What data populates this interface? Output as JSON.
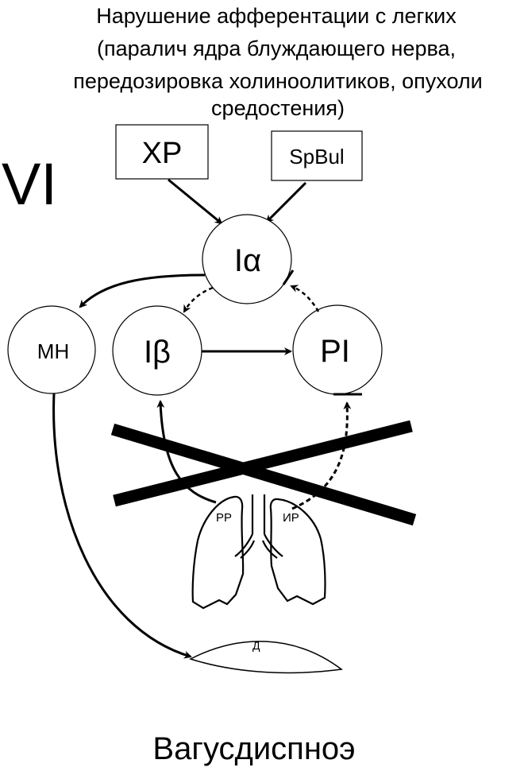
{
  "title_lines": [
    "Нарушение афферентации с легких",
    "(паралич ядра блуждающего нерва,",
    "передозировка холиноолитиков, опухоли",
    "средостения)"
  ],
  "roman_numeral": "VI",
  "boxes": {
    "xp": "XP",
    "spbul": "SpBul"
  },
  "nodes": {
    "ialpha": "Iα",
    "ibeta": "Iβ",
    "pi": "PI",
    "mn": "МН"
  },
  "lung_labels": {
    "left": "РР",
    "right": "ИР"
  },
  "diaphragm_label": "Д",
  "footer": "Вагусдиспноэ"
}
